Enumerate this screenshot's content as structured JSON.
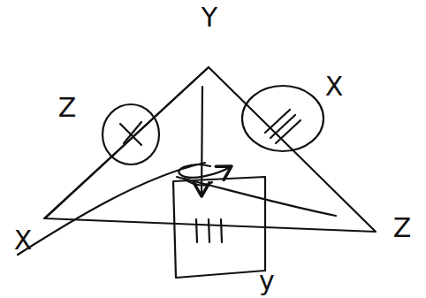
{
  "diagram": {
    "labels": [
      "Y",
      "Z",
      "X",
      "X",
      "Z",
      "y"
    ]
  }
}
